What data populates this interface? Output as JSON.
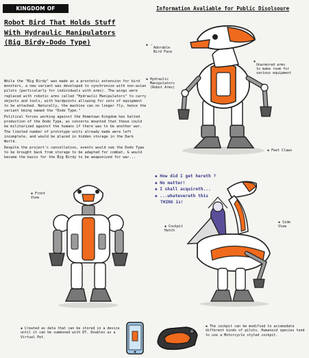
{
  "header": {
    "banner": "KINGDOM OF HOMETOWN",
    "public_notice": "Information Avaliable for Public Disolsoure"
  },
  "title": {
    "line1": "Robot Bird That Holds Stuff",
    "line2": "With Hydraulic Manipulators",
    "line3": "(Big Birdy-Dodo Type)"
  },
  "body": {
    "p1": "While the \"Big Birdy\" was made as a prostetic extension for bird monsters, a new variant was developed to synchronize with non-avian pilots (particularly for individuals with arms). The wings were replaced with robotic arms called \"Hydraulic Manipulators\" to carry objects and tools, with hardpoints allowing for sets of equipment to be attached. Naturally, the machine can no longer fly, hence the variant being named the \"Dodo Type.\"",
    "p2": "Political forces working against the Hometown Kingdom has halted production of the Dodo Type, as concerns mounted that these could be militarized against the humans if there was to be another war. The limited number of prototype units already made were left incomplete, and would be placed in hidden storage in the Dark World.",
    "p3": "Despite the project's cancellation, events would see the Dodo Type to be brought back from storage to be adapted for combat, & would become the basis for the Big Birdy to be weaponized for war..."
  },
  "callouts": {
    "face": "Adorable\nBird Face",
    "arms": "Unarmored arms\nto make room for\nvarious equipment",
    "hydraulic": "Hydraulic\nManipulators\n(Robot Arms)",
    "claws": "Feet Claws",
    "front": "Front\nView",
    "hatch": "Cockpit\nHatch",
    "side": "Side\nView"
  },
  "dialogue": [
    "How did I get hereth ?",
    "No matter!",
    "I shall acquireth...",
    "...whatevereth this",
    "THING is!"
  ],
  "footer": {
    "left": "Created as data that can be stored in a device until it can be summoned with DT. Doubles as a Virtual Pet.",
    "right": "The cockpit can be modified to accomodate different kinds of pilots. Humanoid species tend to use a Motorcycle styled cockpit."
  },
  "colors": {
    "orange": "#ef6a1c",
    "white": "#ffffff",
    "grey": "#9a9a9a",
    "dark": "#2e2e2e",
    "background": "#f4f4f1"
  }
}
